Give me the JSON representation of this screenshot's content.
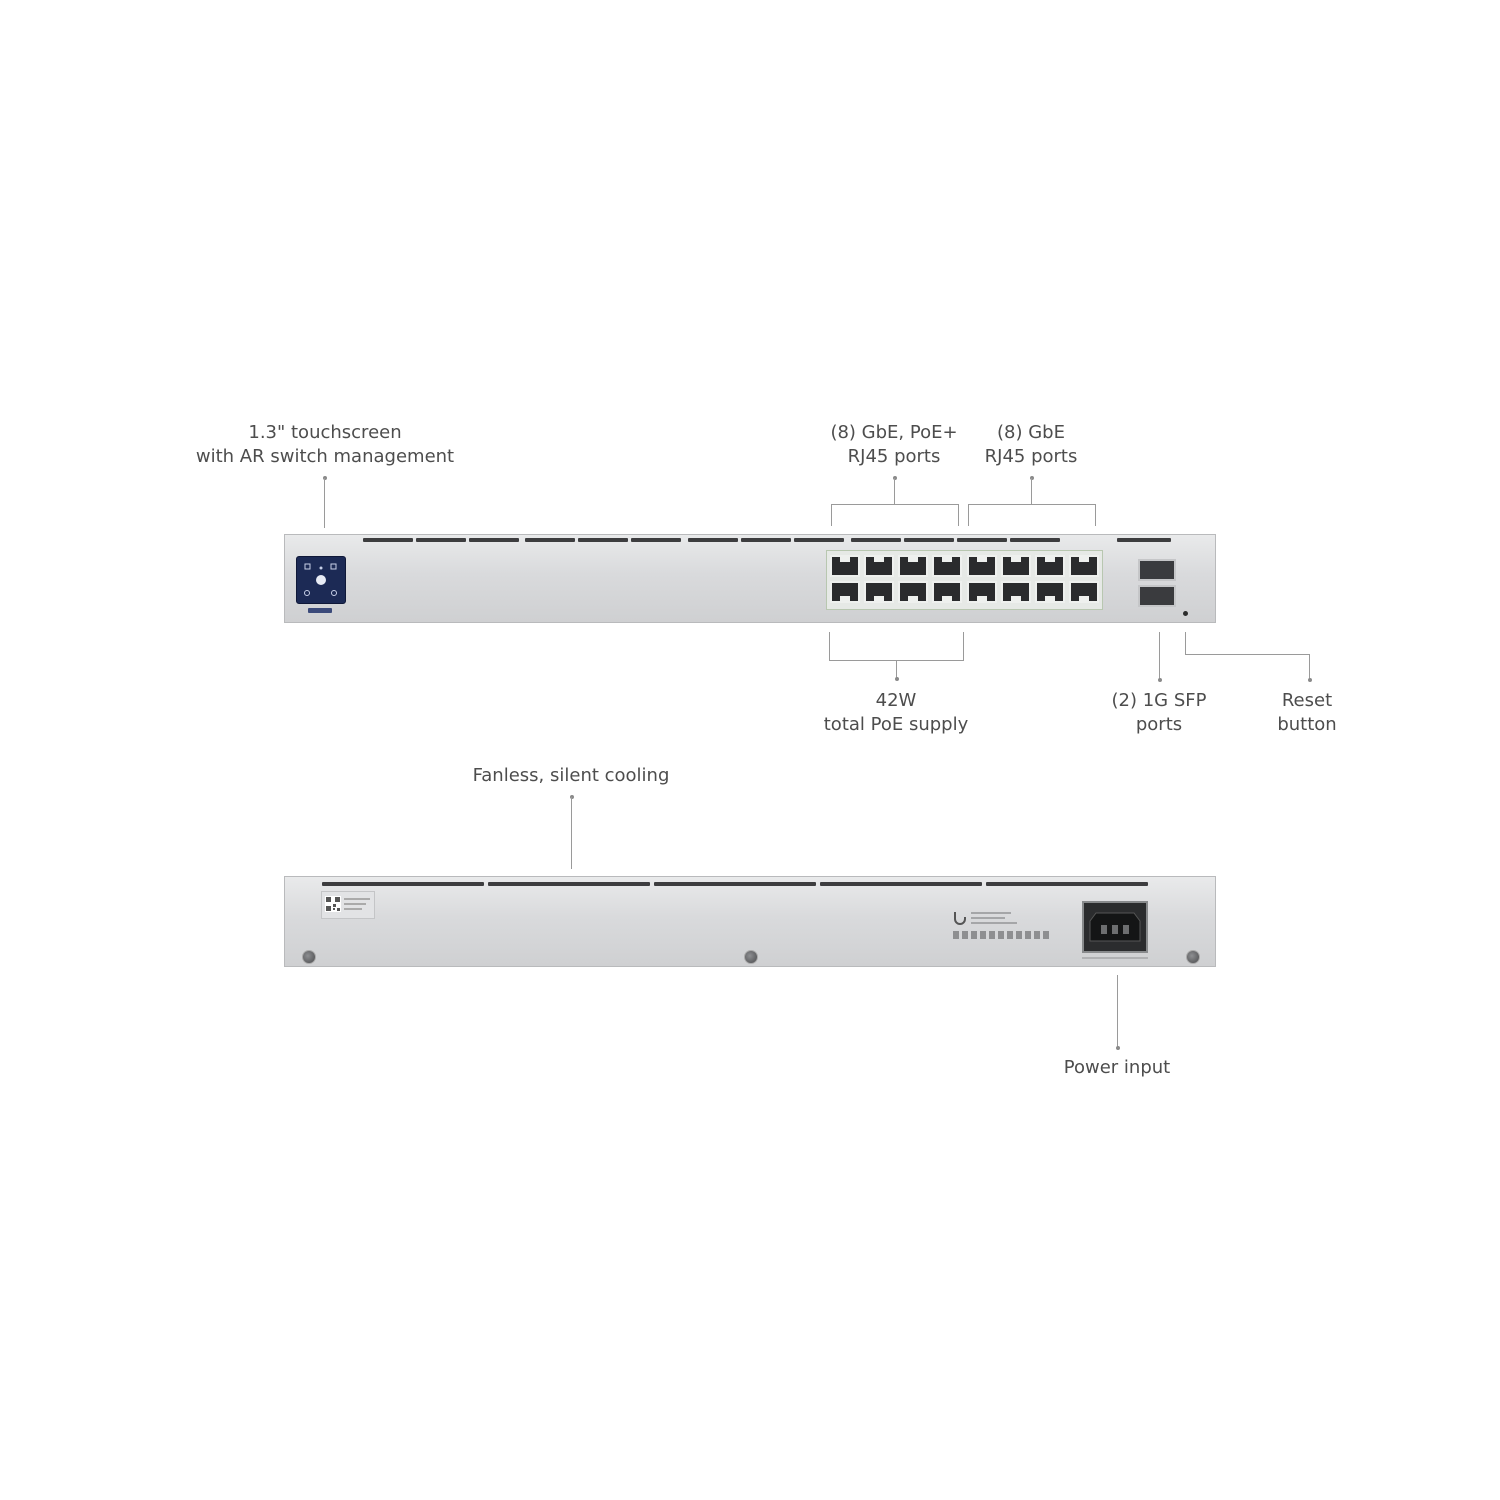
{
  "callouts": {
    "touchscreen": [
      "1.3\" touchscreen",
      "with AR switch management"
    ],
    "poe_ports": [
      "(8) GbE, PoE+",
      "RJ45 ports"
    ],
    "gbe_ports": [
      "(8) GbE",
      "RJ45 ports"
    ],
    "poe_supply": [
      "42W",
      "total PoE supply"
    ],
    "sfp_ports": [
      "(2) 1G SFP",
      "ports"
    ],
    "reset": [
      "Reset",
      "button"
    ],
    "cooling": [
      "Fanless, silent cooling"
    ],
    "power": [
      "Power input"
    ]
  },
  "colors": {
    "chassis": "#d9dadc",
    "vent": "#3d3d3f",
    "screen": "#1c2a55",
    "port": "#2a2b2d"
  },
  "icons": [
    "touchscreen-icon",
    "ubiquiti-logo-icon",
    "qr-code-icon",
    "power-socket-icon"
  ]
}
